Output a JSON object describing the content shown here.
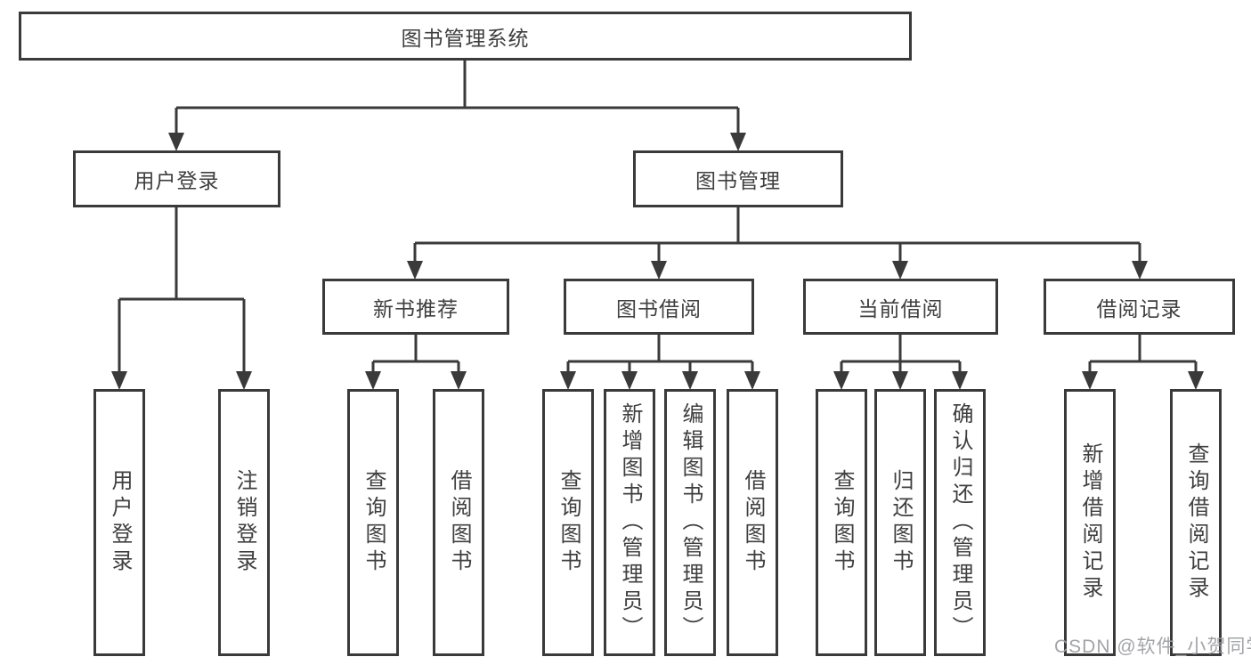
{
  "diagram": {
    "title": "图书管理系统",
    "root": {
      "label": "图书管理系统"
    },
    "user_login": {
      "label": "用户登录",
      "children": [
        {
          "label": "用户登录"
        },
        {
          "label": "注销登录"
        }
      ]
    },
    "book_management": {
      "label": "图书管理"
    },
    "modules": [
      {
        "label": "新书推荐",
        "children": [
          {
            "label": "查询图书"
          },
          {
            "label": "借阅图书"
          }
        ]
      },
      {
        "label": "图书借阅",
        "children": [
          {
            "label": "查询图书"
          },
          {
            "label": "新增图书（管理员）"
          },
          {
            "label": "编辑图书（管理员）"
          },
          {
            "label": "借阅图书"
          }
        ]
      },
      {
        "label": "当前借阅",
        "children": [
          {
            "label": "查询图书"
          },
          {
            "label": "归还图书"
          },
          {
            "label": "确认归还（管理员）"
          }
        ]
      },
      {
        "label": "借阅记录",
        "children": [
          {
            "label": "新增借阅记录"
          },
          {
            "label": "查询借阅记录"
          }
        ]
      }
    ],
    "colors": {
      "line": "#3a3a3a",
      "text": "#3f3f3f",
      "background": "#ffffff",
      "watermark": "#9e9fa2"
    },
    "watermark": {
      "text": "CSDN @软件_小贺同学"
    }
  }
}
